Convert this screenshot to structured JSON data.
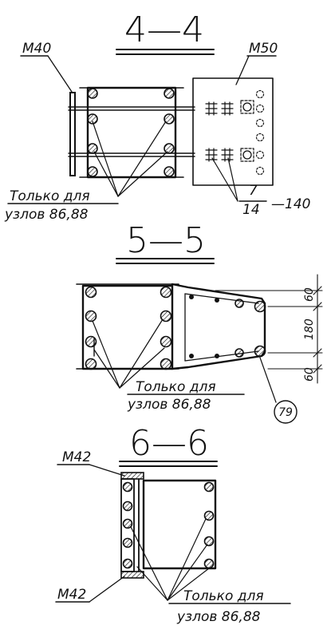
{
  "sections": {
    "s44": {
      "title": "4—4",
      "plate_left": "М40",
      "plate_right": "М50",
      "note_line1": "Только для",
      "note_line2": "узлов 86,88",
      "ref_num": "7",
      "ref_den": "14",
      "ref_suffix": "—140"
    },
    "s55": {
      "title": "5—5",
      "dim_top": "60",
      "dim_mid": "180",
      "dim_bot": "60",
      "note_line1": "Только для",
      "note_line2": "узлов 86,88",
      "callout": "79"
    },
    "s66": {
      "title": "6—6",
      "plate_top": "М42",
      "plate_bot": "М42",
      "note_line1": "Только для",
      "note_line2": "узлов 86,88"
    }
  },
  "colors": {
    "ink": "#111111",
    "paper": "#ffffff"
  }
}
